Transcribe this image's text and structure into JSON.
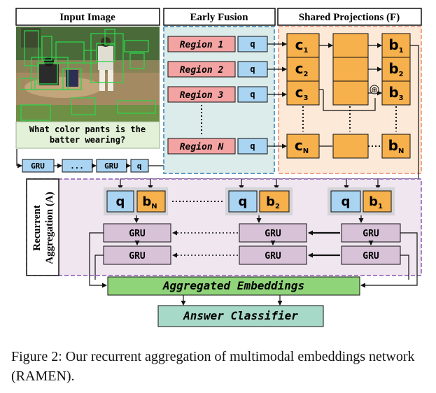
{
  "panels": {
    "input_title": "Input Image",
    "fusion_title": "Early Fusion",
    "projection_title": "Shared Projections (F)",
    "recurrent_title_line1": "Recurrent",
    "recurrent_title_line2": "Aggregation (A)"
  },
  "question_line1": "What color pants is the",
  "question_line2": "batter wearing?",
  "question_encoder": {
    "gru": "GRU",
    "ellipsis": "...",
    "q": "q"
  },
  "regions": [
    {
      "label": "Region 1",
      "q": "q",
      "c_base": "c",
      "c_sub": "1",
      "b_base": "b",
      "b_sub": "1"
    },
    {
      "label": "Region 2",
      "q": "q",
      "c_base": "c",
      "c_sub": "2",
      "b_base": "b",
      "b_sub": "2"
    },
    {
      "label": "Region 3",
      "q": "q",
      "c_base": "c",
      "c_sub": "3",
      "b_base": "b",
      "b_sub": "3"
    },
    {
      "label": "Region N",
      "q": "q",
      "c_base": "c",
      "c_sub": "N",
      "b_base": "b",
      "b_sub": "N"
    }
  ],
  "oplus": "⊕",
  "aggregation_inputs": [
    {
      "q": "q",
      "b_base": "b",
      "b_sub": "N"
    },
    {
      "q": "q",
      "b_base": "b",
      "b_sub": "2"
    },
    {
      "q": "q",
      "b_base": "b",
      "b_sub": "1"
    }
  ],
  "gru_label": "GRU",
  "aggregated": "Aggregated Embeddings",
  "classifier": "Answer Classifier",
  "caption": "Figure 2: Our recurrent aggregation of multimodal embeddings network (RAMEN).",
  "colors": {
    "region": "#f4a3a3",
    "q": "#a9d4f2",
    "c": "#f6b04c",
    "b": "#f6b04c",
    "gru": "#d8c2d8",
    "aggregated": "#90d47a",
    "classifier": "#a7d9c9",
    "fusion_bg": "#dcecea",
    "projection_bg": "#fce9d8",
    "recurrent_bg": "#efe6f0",
    "question_bg": "#e3f1d9"
  }
}
